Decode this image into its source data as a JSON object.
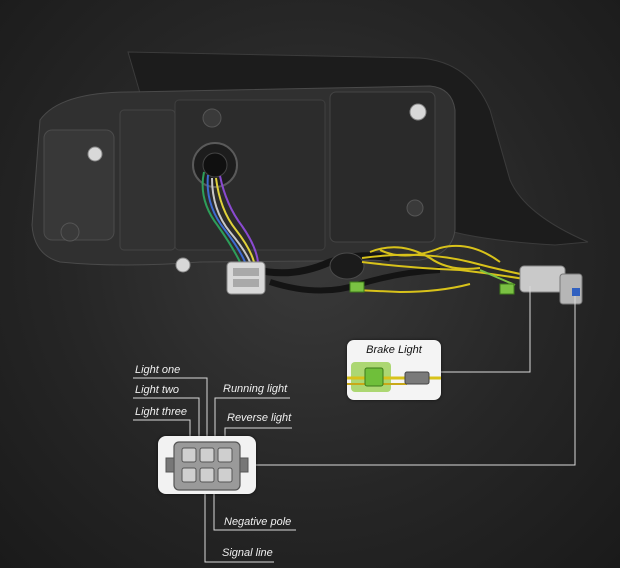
{
  "labels": {
    "light_one": "Light one",
    "light_two": "Light two",
    "light_three": "Light three",
    "running_light": "Running light",
    "reverse_light": "Reverse light",
    "negative_pole": "Negative pole",
    "signal_line": "Signal line",
    "brake_light": "Brake Light"
  },
  "colors": {
    "background": "#262626",
    "housing": "#2a2a2a",
    "wire_yellow": "#d8c21a",
    "wire_green": "#7ac143",
    "leader_line": "#d9d9d9",
    "label_text": "#f0f0f0"
  },
  "icons": [
    "tail-light-housing",
    "connector-plug",
    "wire-harness"
  ]
}
